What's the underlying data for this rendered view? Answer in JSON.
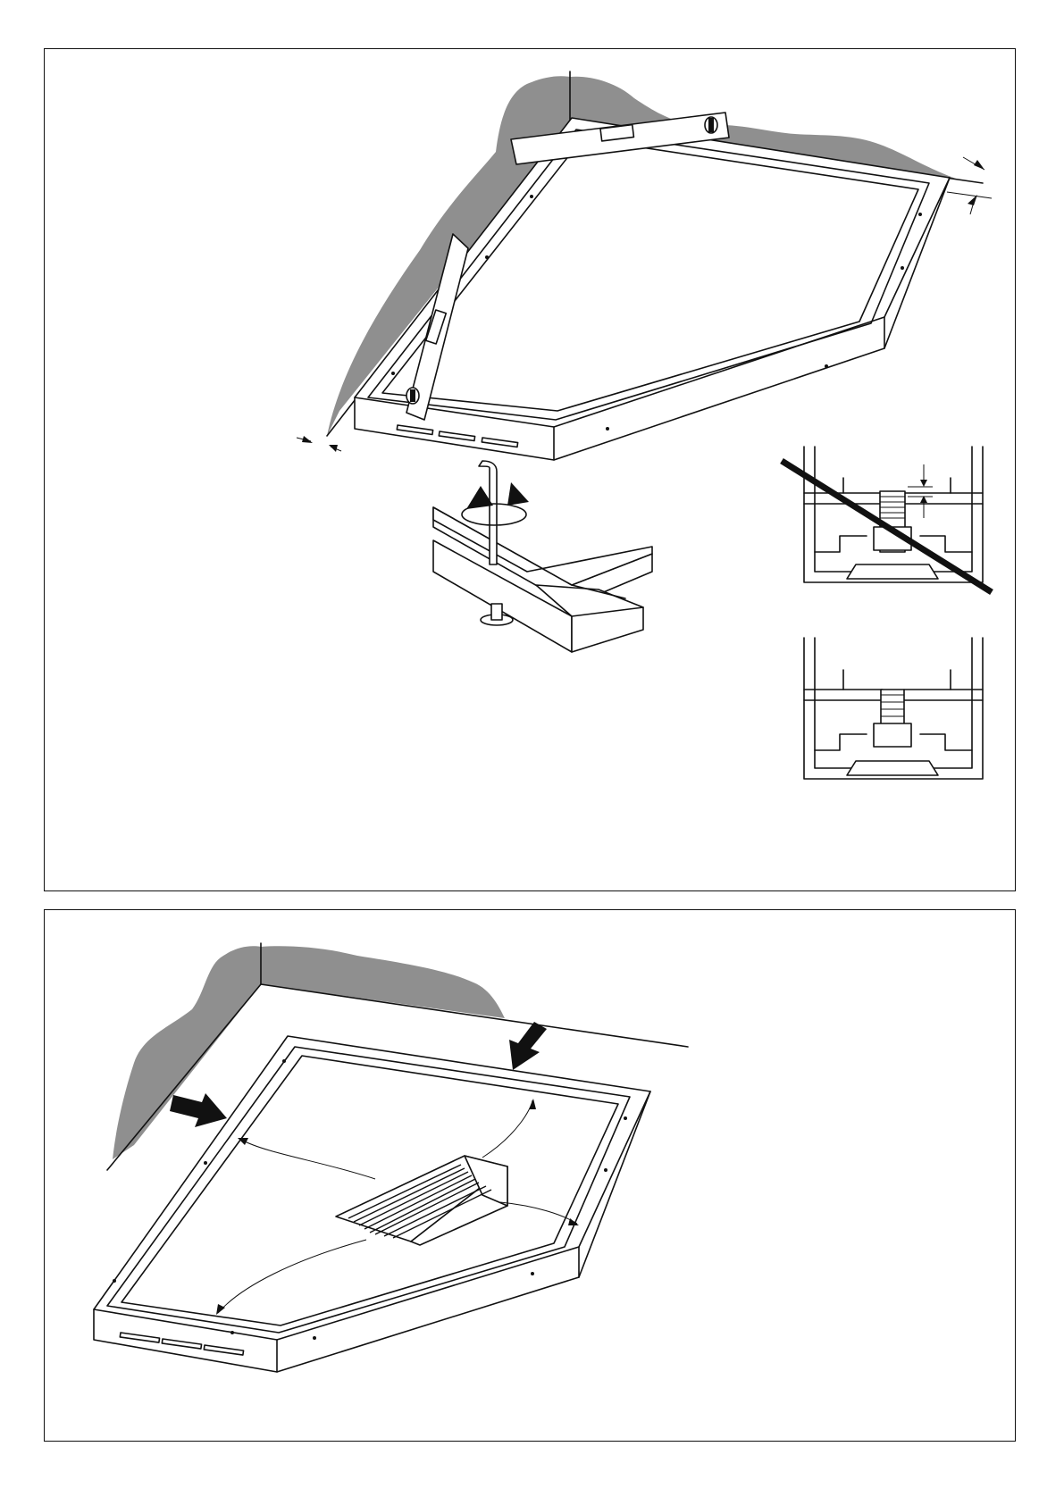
{
  "document": {
    "type": "installation-instruction-illustration",
    "panels": [
      {
        "name": "levelling-step",
        "callouts": [
          "spirit-level-on-frame",
          "gap-arrows",
          "allen-key-rotate-feet",
          "adjuster-foot-wrong",
          "adjuster-foot-correct"
        ]
      },
      {
        "name": "tray-placement-step",
        "callouts": [
          "push-arrows-to-wall",
          "shower-tray-placed-into-frame"
        ]
      }
    ],
    "colors": {
      "wall": "#8f8f8f",
      "line": "#111111",
      "background": "#ffffff"
    },
    "icons": [
      "spirit-level-icon",
      "allen-key-icon",
      "rotation-arrows-icon",
      "prohibited-slash-icon",
      "push-arrow-icon",
      "shower-tray-icon"
    ]
  }
}
